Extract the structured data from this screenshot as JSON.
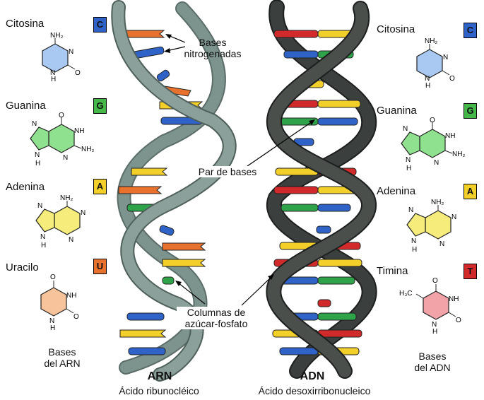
{
  "left_bases": [
    {
      "name": "Citosina",
      "letter": "C",
      "color": "#2f63c7"
    },
    {
      "name": "Guanina",
      "letter": "G",
      "color": "#46b84a"
    },
    {
      "name": "Adenina",
      "letter": "A",
      "color": "#f3cf2a"
    },
    {
      "name": "Uracilo",
      "letter": "U",
      "color": "#e8712d"
    }
  ],
  "right_bases": [
    {
      "name": "Citosina",
      "letter": "C",
      "color": "#2f63c7"
    },
    {
      "name": "Guanina",
      "letter": "G",
      "color": "#46b84a"
    },
    {
      "name": "Adenina",
      "letter": "A",
      "color": "#f3cf2a"
    },
    {
      "name": "Timina",
      "letter": "T",
      "color": "#d22a2a"
    }
  ],
  "atoms": {
    "nh2": "NH₂",
    "nh": "NH",
    "n": "N",
    "h": "H",
    "o": "O",
    "h3c": "H₃C"
  },
  "annotations": {
    "bases_line1": "Bases",
    "bases_line2": "nitrogenadas",
    "par": "Par de bases",
    "col_line1": "Columnas de",
    "col_line2": "azúcar-fosfato"
  },
  "left_caption": {
    "line1": "Bases",
    "line2": "del ARN"
  },
  "right_caption": {
    "line1": "Bases",
    "line2": "del ADN"
  },
  "rna_title": "ARN",
  "rna_subtitle": "Ácido ribunocléico",
  "dna_title": "ADN",
  "dna_subtitle": "Ácido desoxirribonucleico",
  "colors": {
    "rna_backbone": "#7d938e",
    "dna_backbone": "#3b3f3d"
  }
}
